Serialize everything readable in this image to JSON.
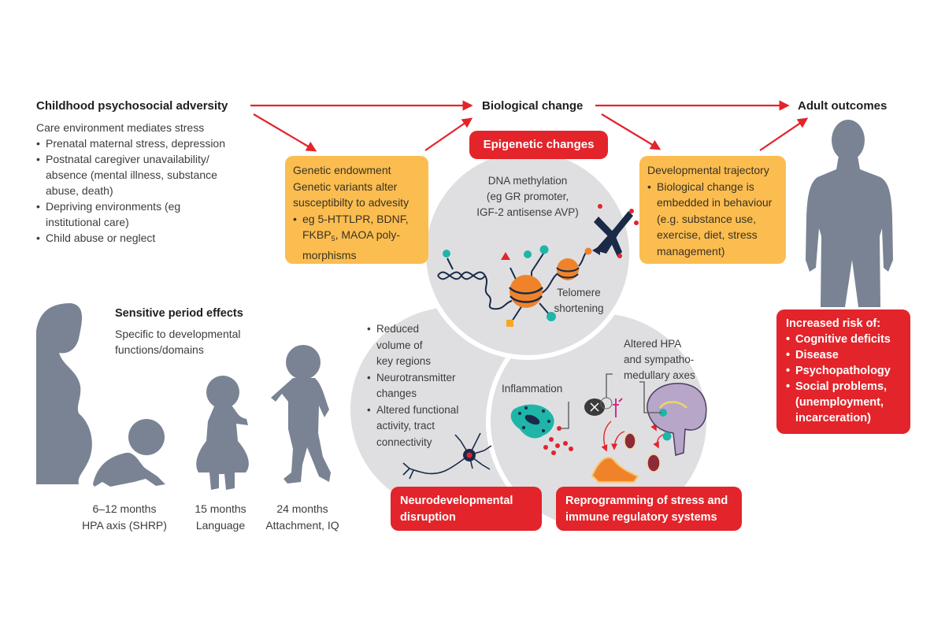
{
  "headers": {
    "childhood": "Childhood psychosocial adversity",
    "biological": "Biological change",
    "adult": "Adult outcomes"
  },
  "childhood_panel": {
    "intro": "Care environment mediates stress",
    "bullets": [
      "Prenatal maternal stress, depression",
      "Postnatal caregiver unavailability/ absence (mental illness, substance abuse, death)",
      "Depriving environments (eg institutional care)",
      "Child abuse or neglect"
    ]
  },
  "genetic_box": {
    "line1": "Genetic endowment",
    "line2": "Genetic variants alter susceptibilty to advesity",
    "bullet_pre": "eg 5-HTTLPR, BDNF, FKBP",
    "bullet_sub": "5",
    "bullet_post": ", MAOA poly-morphisms"
  },
  "developmental_box": {
    "title": "Developmental trajectory",
    "bullet": "Biological change is embedded in behaviour (e.g. substance use, exercise, diet, stress management)"
  },
  "epigenetic": {
    "label": "Epigenetic changes",
    "methylation": [
      "DNA methylation",
      "(eg GR promoter,",
      "IGF-2 antisense AVP)"
    ],
    "telomere": [
      "Telomere",
      "shortening"
    ]
  },
  "neuro": {
    "bullets": [
      "Reduced volume of key regions",
      "Neurotransmitter changes",
      "Altered functional activity, tract connectivity"
    ],
    "label": "Neurodevelopmental disruption"
  },
  "stress": {
    "inflammation": "Inflammation",
    "hpa": [
      "Altered HPA",
      "and sympatho-",
      "medullary axes"
    ],
    "label": "Reprogramming of stress and immune regulatory systems"
  },
  "outcomes_box": {
    "title": "Increased risk of:",
    "bullets": [
      "Cognitive deficits",
      "Disease",
      "Psychopathology",
      "Social problems, (unemployment, incarceration)"
    ]
  },
  "sensitive": {
    "title": "Sensitive period effects",
    "subtitle": "Specific to developmental functions/domains",
    "stages": [
      {
        "age": "6–12 months",
        "domain": "HPA axis (SHRP)"
      },
      {
        "age": "15 months",
        "domain": "Language"
      },
      {
        "age": "24 months",
        "domain": "Attachment, IQ"
      }
    ]
  },
  "colors": {
    "accent_red": "#e3242b",
    "orange_box": "#fbbd50",
    "circle_gray": "#dfdfe2",
    "silhouette": "#7a8394",
    "teal": "#1fb5a8",
    "nucleosome_orange": "#f0832a",
    "navy": "#1a2a48"
  }
}
